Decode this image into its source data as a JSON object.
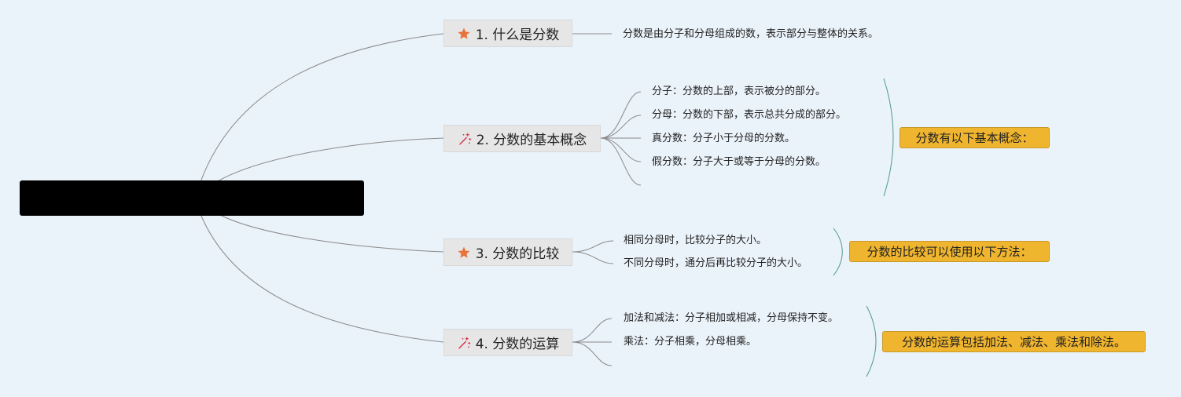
{
  "root": {
    "label": ""
  },
  "branches": [
    {
      "label": "1. 什么是分数",
      "icon": "star-icon",
      "details": [
        "分数是由分子和分母组成的数，表示部分与整体的关系。"
      ],
      "summary": ""
    },
    {
      "label": "2. 分数的基本概念",
      "icon": "sparkle-wand-icon",
      "details": [
        "分子：分数的上部，表示被分的部分。",
        "分母：分数的下部，表示总共分成的部分。",
        "真分数：分子小于分母的分数。",
        "假分数：分子大于或等于分母的分数。"
      ],
      "summary": "分数有以下基本概念："
    },
    {
      "label": "3. 分数的比较",
      "icon": "star-icon",
      "details": [
        "相同分母时，比较分子的大小。",
        "不同分母时，通分后再比较分子的大小。"
      ],
      "summary": "分数的比较可以使用以下方法："
    },
    {
      "label": "4. 分数的运算",
      "icon": "sparkle-wand-icon",
      "details": [
        "加法和减法：分子相加或相减，分母保持不变。",
        "乘法：分子相乘，分母相乘。"
      ],
      "summary": "分数的运算包括加法、减法、乘法和除法。"
    }
  ],
  "colors": {
    "background": "#eaf2fa",
    "node_fill": "#e6e6e6",
    "summary_fill": "#f0b52e",
    "connector": "#8a8a8a",
    "summary_brace": "#4f9a8a",
    "star": "#e8733a",
    "wand": "#d8344f"
  }
}
